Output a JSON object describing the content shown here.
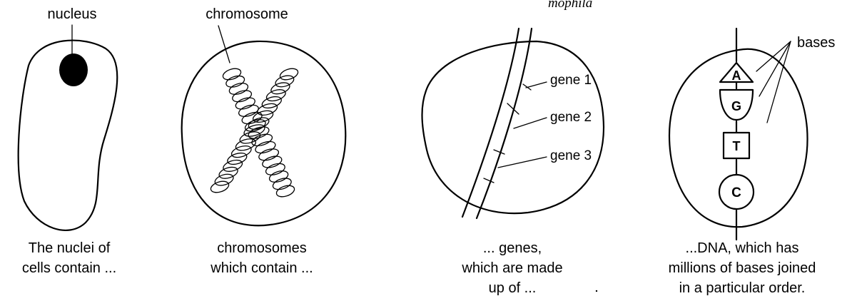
{
  "top_fragment": "mophila",
  "panels": [
    {
      "label": "nucleus",
      "caption": [
        "The nuclei of",
        "cells contain ..."
      ]
    },
    {
      "label": "chromosome",
      "caption": [
        "chromosomes",
        "which contain ..."
      ]
    },
    {
      "labels": [
        "gene 1",
        "gene 2",
        "gene 3"
      ],
      "caption": [
        "... genes,",
        "which are made",
        "up of ..."
      ]
    },
    {
      "label": "bases",
      "base_letters": [
        "A",
        "G",
        "T",
        "C"
      ],
      "caption": [
        "...DNA, which has",
        "millions of bases joined",
        "in a particular order."
      ]
    }
  ]
}
